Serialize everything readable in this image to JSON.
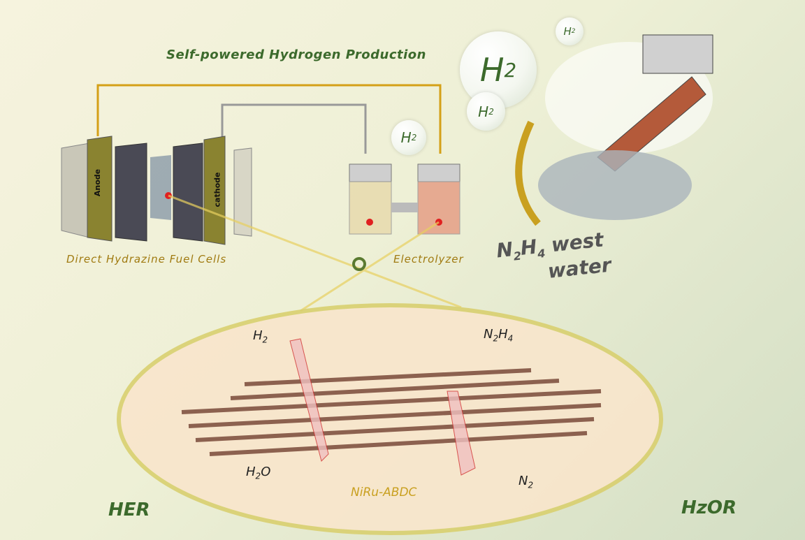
{
  "title": "Self-powered Hydrogen Production",
  "fuel_cell": {
    "label": "Direct Hydrazine Fuel Cells",
    "anode": "Anode",
    "cathode": "cathode"
  },
  "electrolyzer": {
    "label": "Electrolyzer"
  },
  "bubbles": {
    "big": "H",
    "small": "H",
    "sub": "2"
  },
  "wastewater": {
    "n": "N",
    "n_sub": "2",
    "h": "H",
    "h_sub": "4",
    "line1": " west",
    "line2": "water"
  },
  "catalyst": {
    "name": "NiRu-ABDC",
    "h2": "H",
    "h2_sub": "2",
    "h2o_a": "H",
    "h2o_sub": "2",
    "h2o_b": "O",
    "n2h4_a": "N",
    "n2h4_sub1": "2",
    "n2h4_b": "H",
    "n2h4_sub2": "4",
    "n2": "N",
    "n2_sub": "2"
  },
  "her": "HER",
  "hzor": "HzOR",
  "colors": {
    "accent_green": "#3c6a2c",
    "gold": "#c9a020",
    "wire": "#d4a017"
  }
}
